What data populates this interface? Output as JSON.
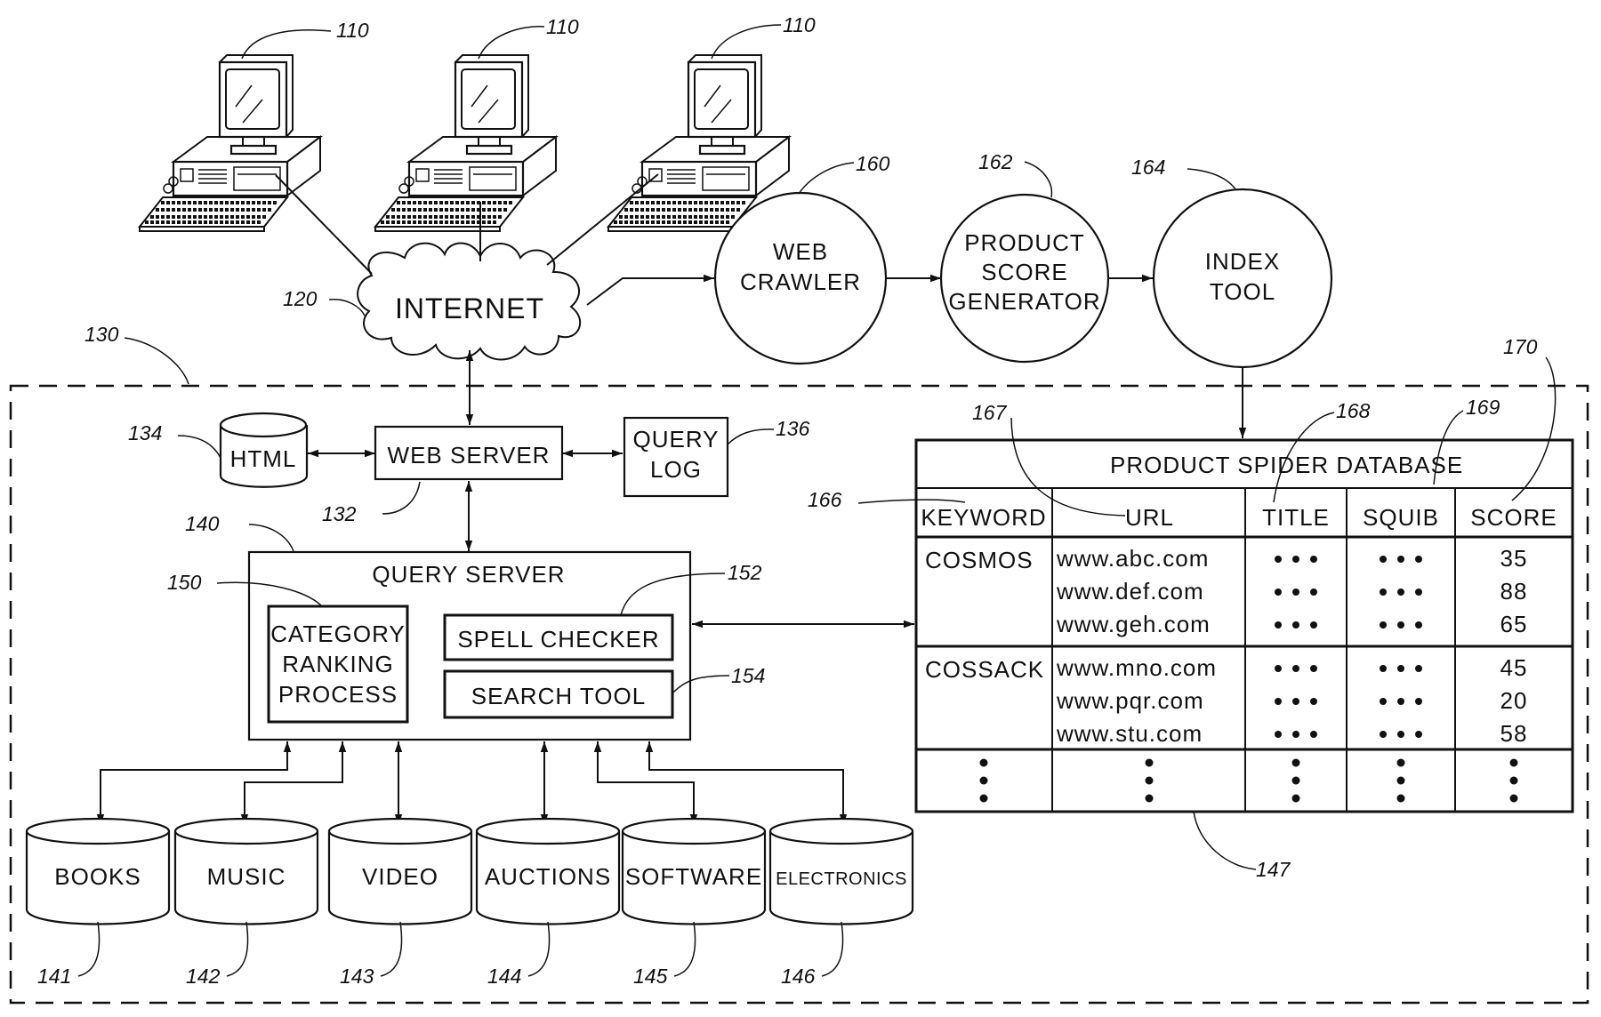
{
  "diagram": {
    "clients": [
      {
        "ref": "110",
        "icon": "desktop-computer-icon"
      },
      {
        "ref": "110",
        "icon": "desktop-computer-icon"
      },
      {
        "ref": "110",
        "icon": "desktop-computer-icon"
      }
    ],
    "internet": {
      "label": "INTERNET",
      "ref": "120",
      "icon": "cloud-icon"
    },
    "pipeline": [
      {
        "lines": [
          "WEB",
          "CRAWLER"
        ],
        "ref": "160"
      },
      {
        "lines": [
          "PRODUCT",
          "SCORE",
          "GENERATOR"
        ],
        "ref": "162"
      },
      {
        "lines": [
          "INDEX",
          "TOOL"
        ],
        "ref": "164"
      }
    ],
    "system_boundary": {
      "ref": "130"
    },
    "html_store": {
      "label": "HTML",
      "ref": "134",
      "icon": "database-cylinder-icon"
    },
    "web_server": {
      "label": "WEB SERVER",
      "ref": "132"
    },
    "query_log": {
      "lines": [
        "QUERY",
        "LOG"
      ],
      "ref": "136"
    },
    "query_server": {
      "label": "QUERY SERVER",
      "ref": "140",
      "category_ranking": {
        "lines": [
          "CATEGORY",
          "RANKING",
          "PROCESS"
        ],
        "ref": "150"
      },
      "spell_checker": {
        "label": "SPELL CHECKER",
        "ref": "152"
      },
      "search_tool": {
        "label": "SEARCH TOOL",
        "ref": "154"
      }
    },
    "category_databases": [
      {
        "label": "BOOKS",
        "ref": "141"
      },
      {
        "label": "MUSIC",
        "ref": "142"
      },
      {
        "label": "VIDEO",
        "ref": "143"
      },
      {
        "label": "AUCTIONS",
        "ref": "144"
      },
      {
        "label": "SOFTWARE",
        "ref": "145"
      },
      {
        "label": "ELECTRONICS",
        "ref": "146"
      }
    ],
    "product_spider_db": {
      "title": "PRODUCT SPIDER DATABASE",
      "ref": "147",
      "columns": [
        {
          "label": "KEYWORD",
          "ref": "166"
        },
        {
          "label": "URL",
          "ref": "167"
        },
        {
          "label": "TITLE",
          "ref": "168"
        },
        {
          "label": "SQUIB",
          "ref": "169"
        },
        {
          "label": "SCORE",
          "ref": "170"
        }
      ],
      "groups": [
        {
          "keyword": "COSMOS",
          "rows": [
            {
              "url": "www.abc.com",
              "title": "• • •",
              "squib": "• • •",
              "score": "35"
            },
            {
              "url": "www.def.com",
              "title": "• • •",
              "squib": "• • •",
              "score": "88"
            },
            {
              "url": "www.geh.com",
              "title": "• • •",
              "squib": "• • •",
              "score": "65"
            }
          ]
        },
        {
          "keyword": "COSSACK",
          "rows": [
            {
              "url": "www.mno.com",
              "title": "• • •",
              "squib": "• • •",
              "score": "45"
            },
            {
              "url": "www.pqr.com",
              "title": "• • •",
              "squib": "• • •",
              "score": "20"
            },
            {
              "url": "www.stu.com",
              "title": "• • •",
              "squib": "• • •",
              "score": "58"
            }
          ]
        }
      ],
      "continuation": "vertical-ellipsis"
    }
  }
}
